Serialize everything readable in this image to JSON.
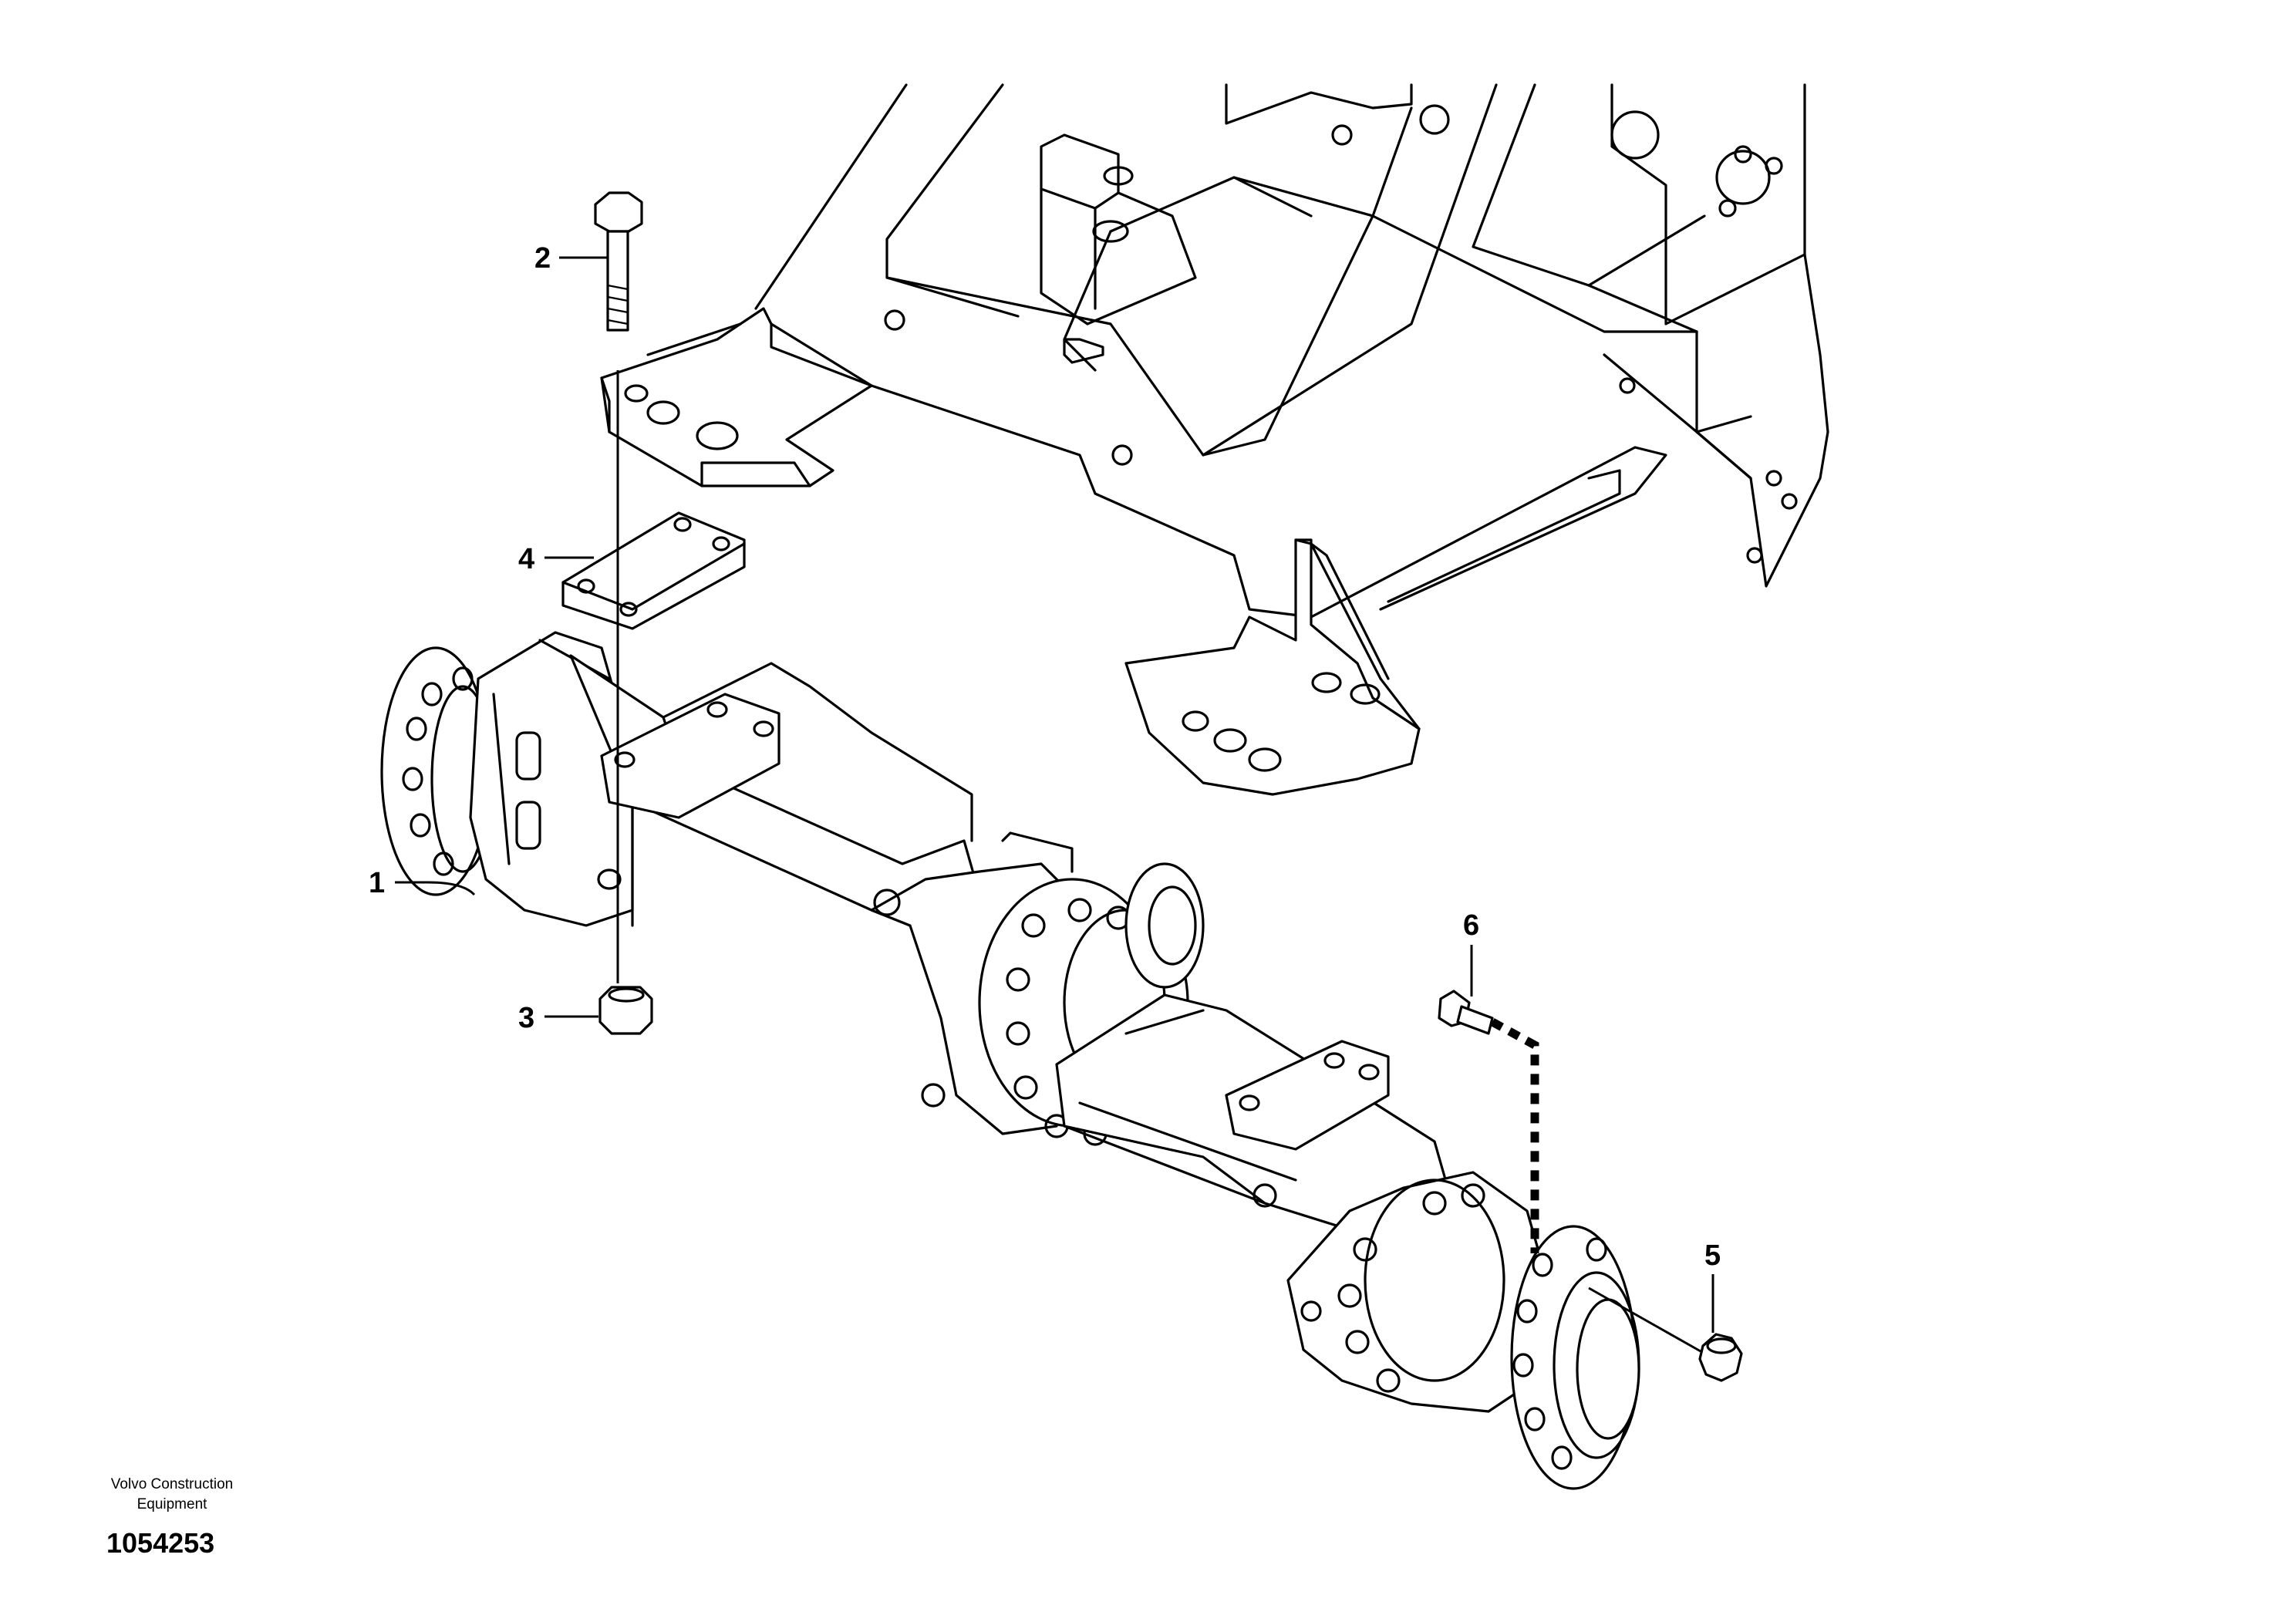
{
  "diagram": {
    "callouts": [
      {
        "id": "1",
        "label": "1"
      },
      {
        "id": "2",
        "label": "2"
      },
      {
        "id": "3",
        "label": "3"
      },
      {
        "id": "4",
        "label": "4"
      },
      {
        "id": "5",
        "label": "5"
      },
      {
        "id": "6",
        "label": "6"
      }
    ],
    "footer": {
      "brand_line1": "Volvo Construction",
      "brand_line2": "Equipment",
      "drawing_number": "1054253"
    }
  }
}
